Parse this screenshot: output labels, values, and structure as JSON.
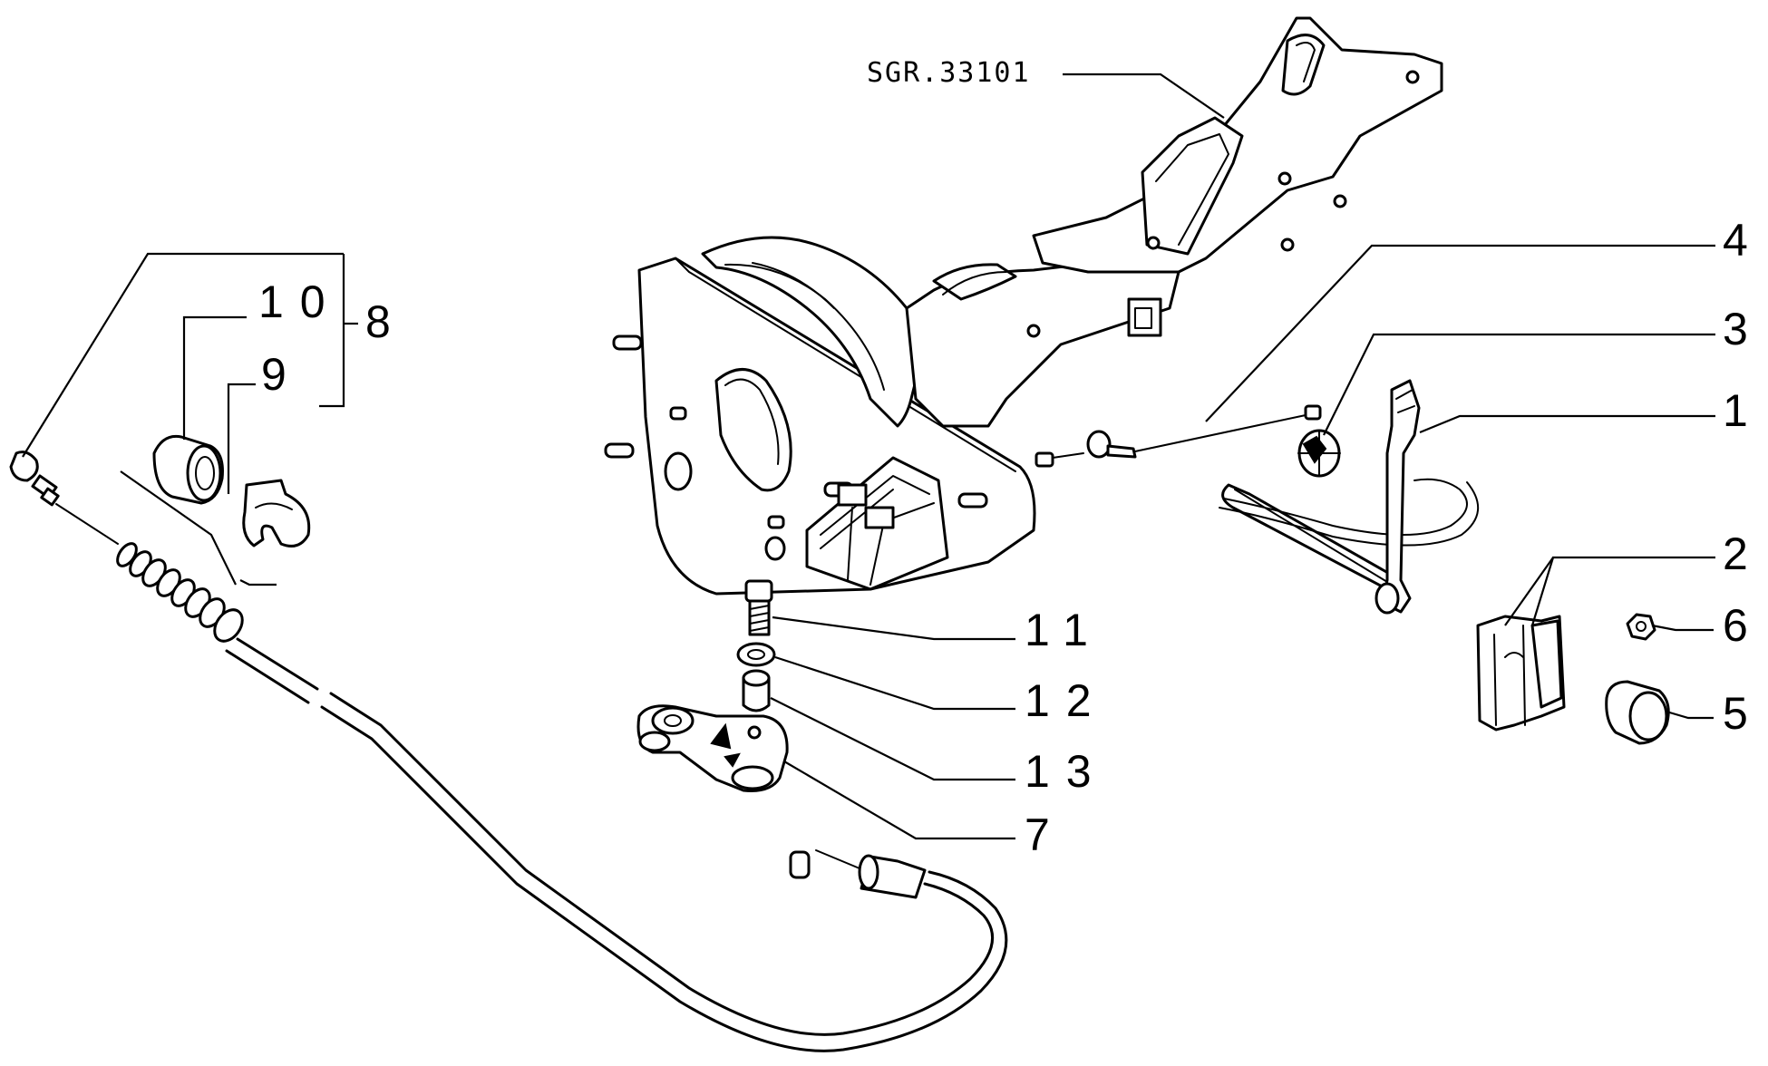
{
  "diagram": {
    "reference_code": "SGR.33101",
    "callouts": [
      {
        "id": "1",
        "label": "1"
      },
      {
        "id": "2",
        "label": "2"
      },
      {
        "id": "3",
        "label": "3"
      },
      {
        "id": "4",
        "label": "4"
      },
      {
        "id": "5",
        "label": "5"
      },
      {
        "id": "6",
        "label": "6"
      },
      {
        "id": "7",
        "label": "7"
      },
      {
        "id": "8",
        "label": "8"
      },
      {
        "id": "9",
        "label": "9"
      },
      {
        "id": "10",
        "label": "10"
      },
      {
        "id": "11",
        "label": "11"
      },
      {
        "id": "12",
        "label": "12"
      },
      {
        "id": "13",
        "label": "13"
      }
    ]
  }
}
